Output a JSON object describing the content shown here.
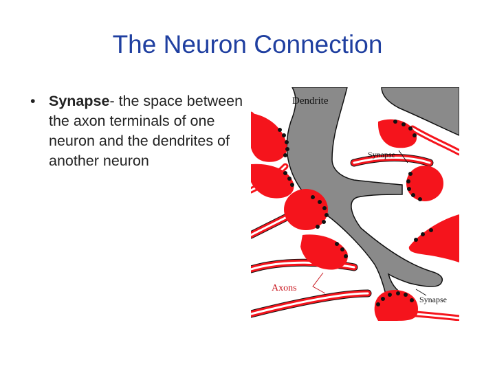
{
  "title": "The Neuron Connection",
  "bullet": {
    "marker": "•",
    "term": "Synapse",
    "text": "- the space between the axon terminals of one neuron and the dendrites of another neuron"
  },
  "figure": {
    "labels": {
      "dendrite": "Dendrite",
      "synapse_upper": "Synapse",
      "axons": "Axons",
      "synapse_lower": "Synapse"
    },
    "colors": {
      "dendrite": "#8a8a8a",
      "axon": "#f5141c",
      "vesicle": "#111111",
      "axons_label": "#c8141c"
    }
  }
}
